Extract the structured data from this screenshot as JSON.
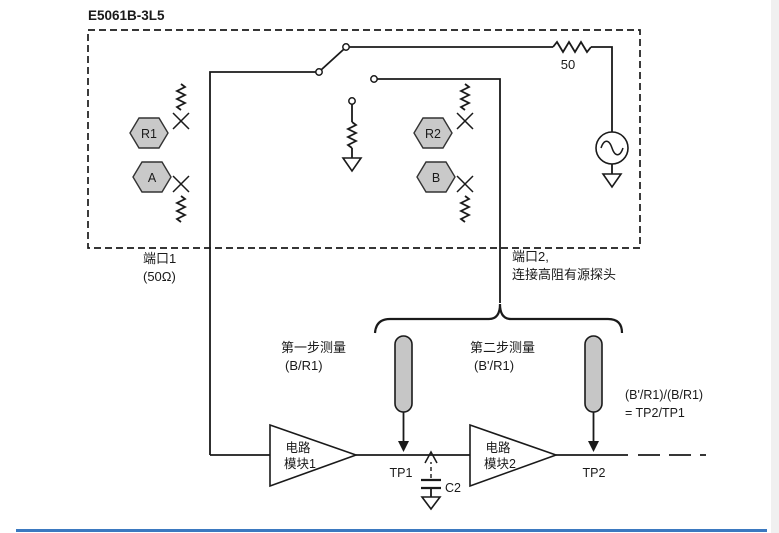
{
  "colors": {
    "line": "#1a1a1a",
    "node_fill": "#c9c9c9",
    "probe_fill": "#c6c6c6",
    "accent_bar": "#3b79c0"
  },
  "diagram": {
    "title": "E5061B-3L5",
    "analyzer": {
      "receiver_r1": "R1",
      "receiver_a": "A",
      "receiver_r2": "R2",
      "receiver_b": "B",
      "source_impedance": "50"
    },
    "port1": {
      "line1": "端口1",
      "line2": "(50Ω)"
    },
    "port2": {
      "line1": "端口2,",
      "line2": "连接高阻有源探头"
    },
    "step1": {
      "line1": "第一步测量",
      "line2": "(B/R1)"
    },
    "step2": {
      "line1": "第二步测量",
      "line2": "(B'/R1)"
    },
    "module1": {
      "line1": "电路",
      "line2": "模块1"
    },
    "module2": {
      "line1": "电路",
      "line2": "模块2"
    },
    "tp1": "TP1",
    "tp2": "TP2",
    "c2": "C2",
    "result": {
      "line1": "(B'/R1)/(B/R1)",
      "line2": "= TP2/TP1"
    }
  }
}
